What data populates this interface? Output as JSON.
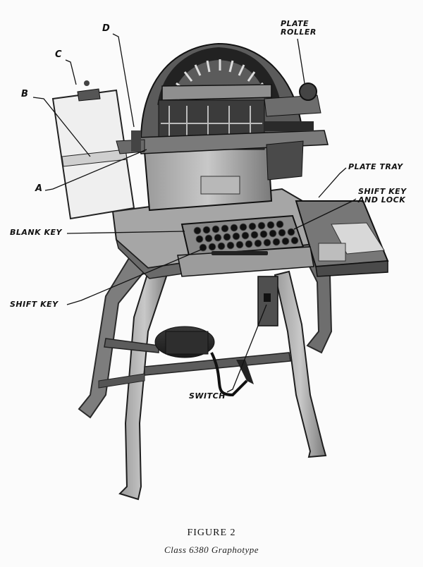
{
  "callouts": {
    "c": "C",
    "b": "B",
    "d": "D",
    "a": "A",
    "plate_roller": "PLATE\nROLLER",
    "plate_tray": "PLATE TRAY",
    "shift_key_and_lock": "SHIFT KEY\nAND LOCK",
    "blank_key": "BLANK KEY",
    "shift_key": "SHIFT KEY",
    "switch": "SWITCH"
  },
  "caption": {
    "title": "FIGURE 2",
    "subtitle": "Class 6380 Graphotype"
  }
}
